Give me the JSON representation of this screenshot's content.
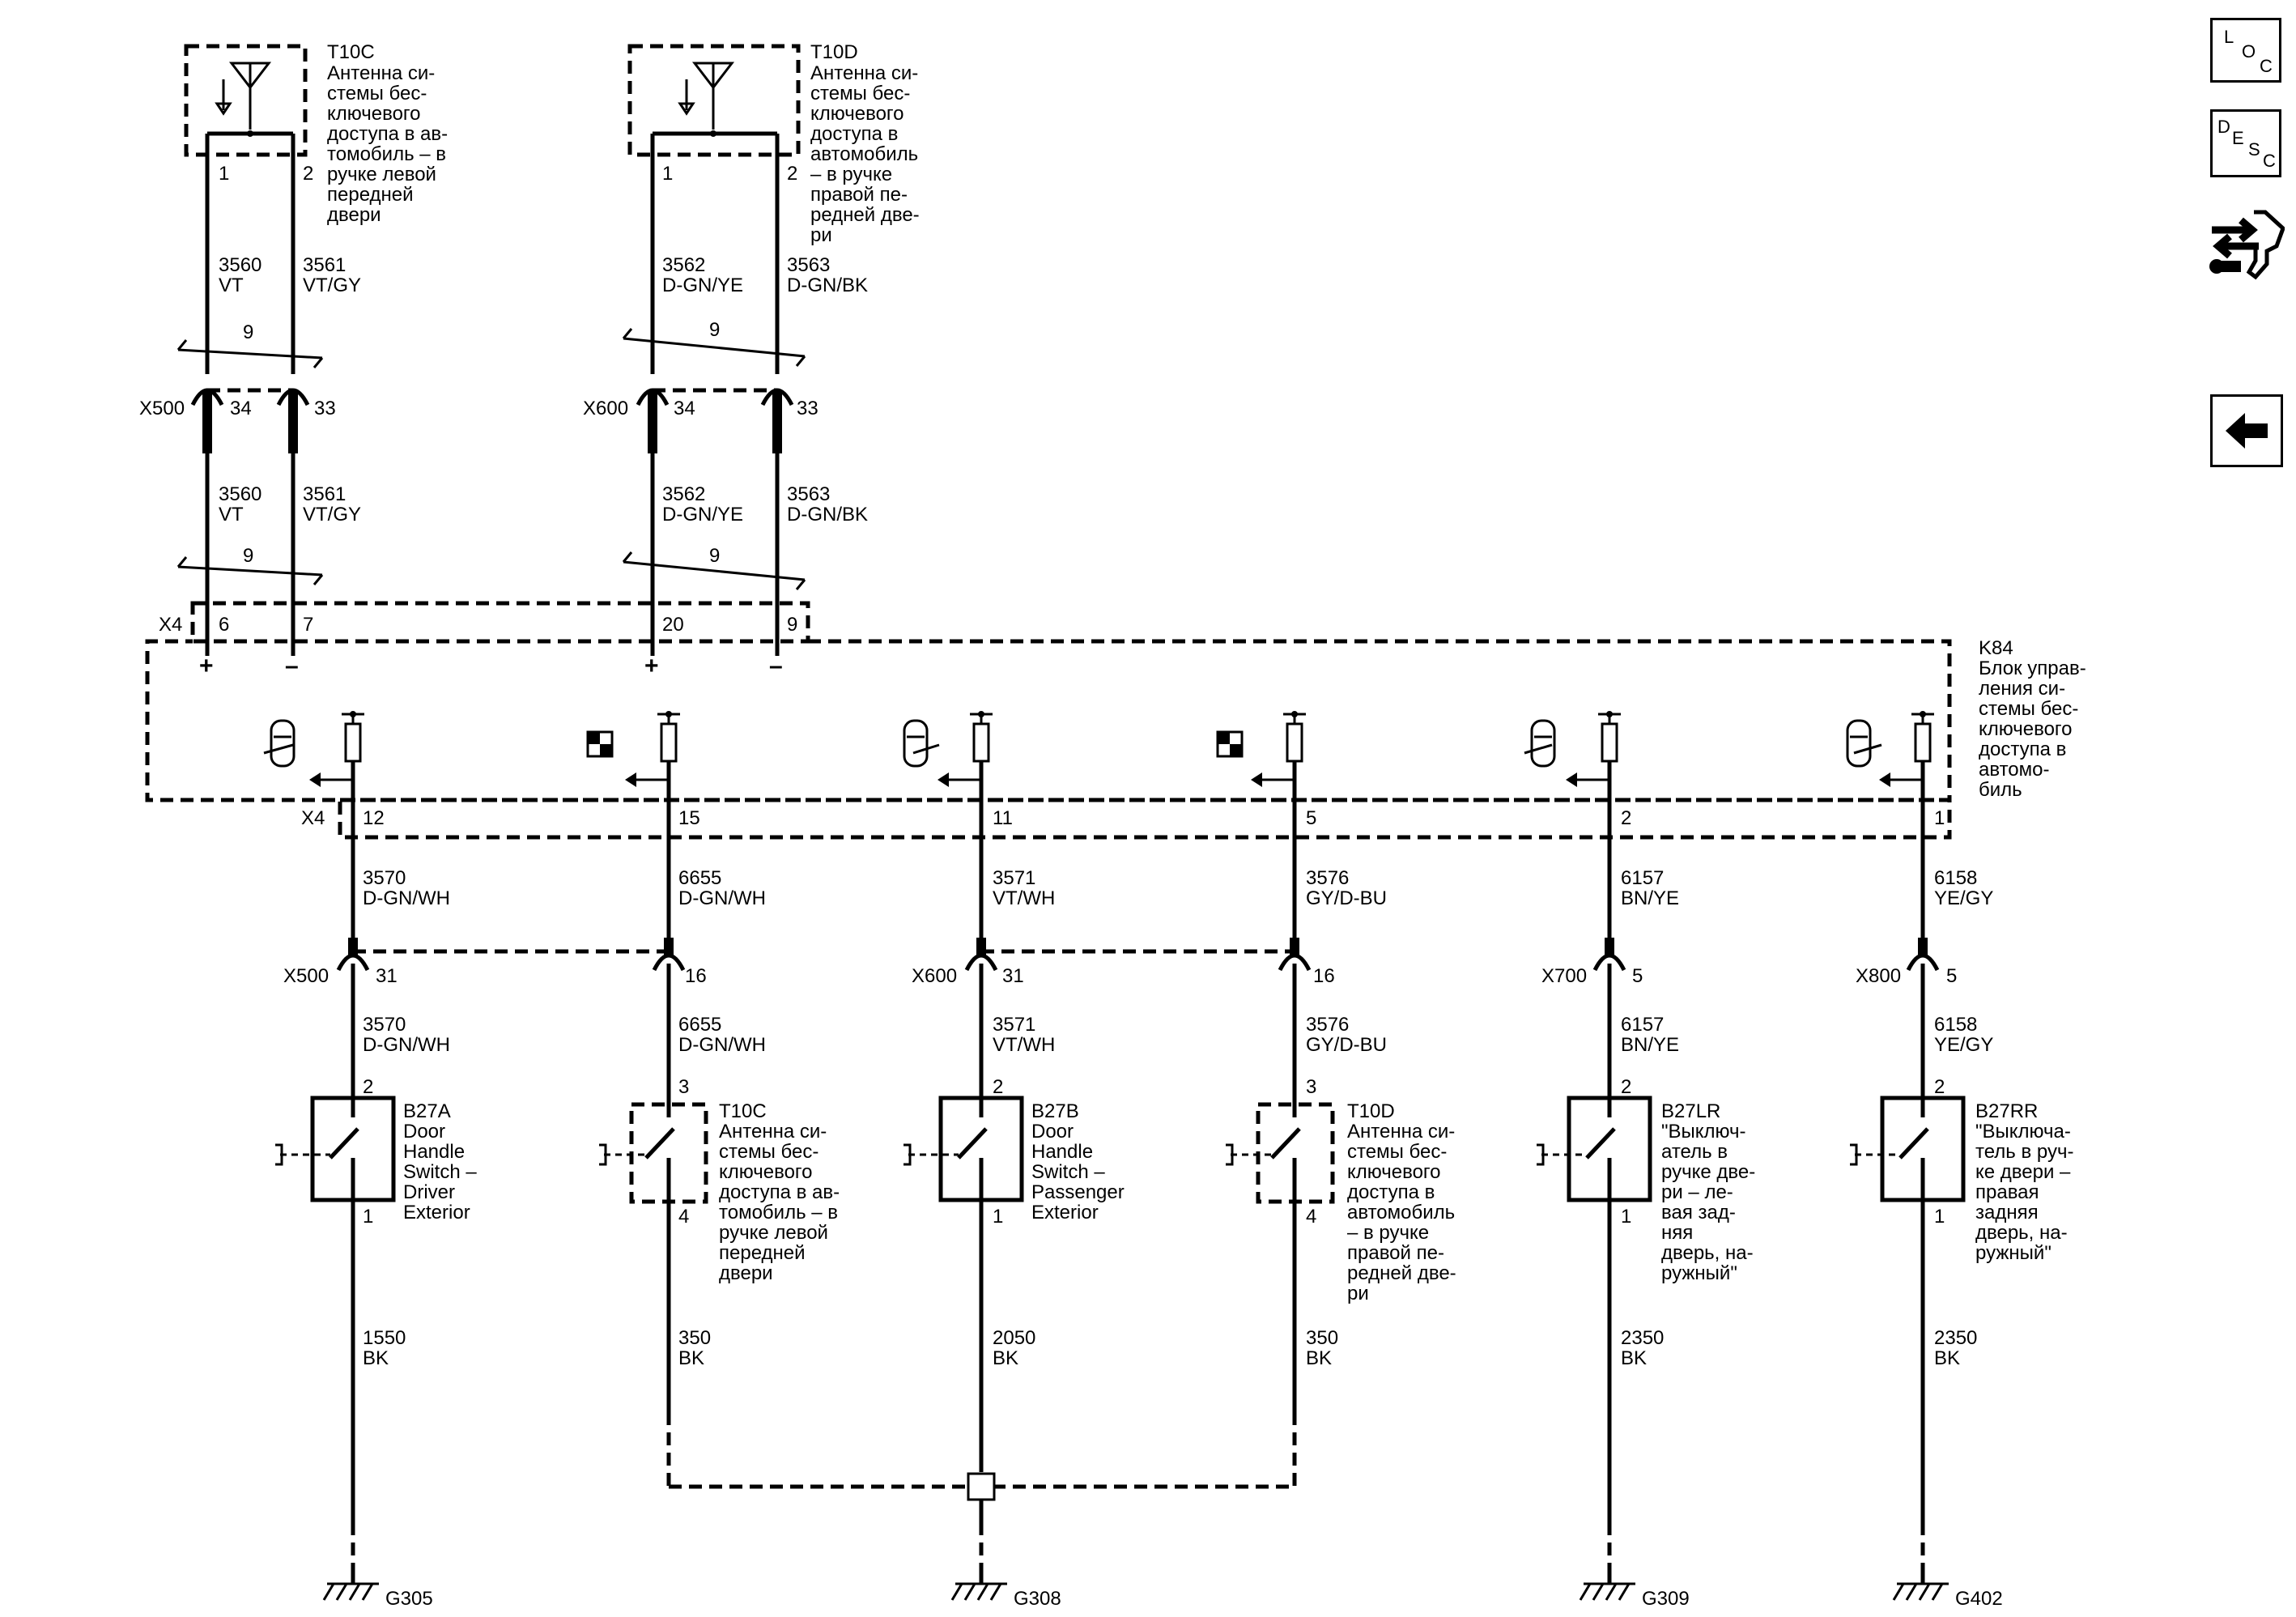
{
  "nav": {
    "loc": [
      "L",
      "O",
      "C"
    ],
    "desc": [
      "D",
      "E",
      "S",
      "C"
    ]
  },
  "antennas": [
    {
      "ref": "T10C",
      "desc": [
        "Антенна си-",
        "стемы бес-",
        "ключевого",
        "доступа в ав-",
        "томобиль – в",
        "ручке левой",
        "передней",
        "двери"
      ],
      "pins": [
        "1",
        "2"
      ]
    },
    {
      "ref": "T10D",
      "desc": [
        "Антенна си-",
        "стемы бес-",
        "ключевого",
        "доступа в",
        "автомобиль",
        "– в ручке",
        "правой пе-",
        "редней две-",
        "ри"
      ],
      "pins": [
        "1",
        "2"
      ]
    }
  ],
  "top_wires": [
    {
      "circuit": "3560",
      "color": "VT"
    },
    {
      "circuit": "3561",
      "color": "VT/GY"
    },
    {
      "circuit": "3562",
      "color": "D-GN/YE"
    },
    {
      "circuit": "3563",
      "color": "D-GN/BK"
    }
  ],
  "twist_label": "9",
  "connectors": {
    "x500": "X500",
    "x600": "X600",
    "x700": "X700",
    "x800": "X800",
    "x4": "X4",
    "top_pins": [
      "34",
      "33",
      "34",
      "33"
    ],
    "x4_top_pins": [
      "6",
      "7",
      "20",
      "9"
    ],
    "x4_bottom_pins": [
      "12",
      "15",
      "11",
      "5",
      "2",
      "1"
    ],
    "mid_pins": [
      "31",
      "16",
      "31",
      "16",
      "5",
      "5"
    ]
  },
  "polarity": [
    "+",
    "–",
    "+",
    "–"
  ],
  "module": {
    "ref": "K84",
    "desc": [
      "Блок управ-",
      "ления си-",
      "стемы бес-",
      "ключевого",
      "доступа в",
      "автомо-",
      "биль"
    ]
  },
  "bottom_wires": [
    {
      "circuit": "3570",
      "color": "D-GN/WH"
    },
    {
      "circuit": "6655",
      "color": "D-GN/WH"
    },
    {
      "circuit": "3571",
      "color": "VT/WH"
    },
    {
      "circuit": "3576",
      "color": "GY/D-BU"
    },
    {
      "circuit": "6157",
      "color": "BN/YE"
    },
    {
      "circuit": "6158",
      "color": "YE/GY"
    }
  ],
  "switches": [
    {
      "ref": "B27A",
      "pins": [
        "2",
        "1"
      ],
      "desc": [
        "Door",
        "Handle",
        "Switch –",
        "Driver",
        "Exterior"
      ]
    },
    {
      "ref": "T10C",
      "pins": [
        "3",
        "4"
      ],
      "desc": [
        "Антенна си-",
        "стемы бес-",
        "ключевого",
        "доступа в ав-",
        "томобиль – в",
        "ручке левой",
        "передней",
        "двери"
      ]
    },
    {
      "ref": "B27B",
      "pins": [
        "2",
        "1"
      ],
      "desc": [
        "Door",
        "Handle",
        "Switch –",
        "Passenger",
        "Exterior"
      ]
    },
    {
      "ref": "T10D",
      "pins": [
        "3",
        "4"
      ],
      "desc": [
        "Антенна си-",
        "стемы бес-",
        "ключевого",
        "доступа в",
        "автомобиль",
        "– в ручке",
        "правой пе-",
        "редней две-",
        "ри"
      ]
    },
    {
      "ref": "B27LR",
      "pins": [
        "2",
        "1"
      ],
      "desc": [
        "\"Выключ-",
        "атель в",
        "ручке две-",
        "ри – ле-",
        "вая зад-",
        "няя",
        "дверь, на-",
        "ружный\""
      ]
    },
    {
      "ref": "B27RR",
      "pins": [
        "2",
        "1"
      ],
      "desc": [
        "\"Выключа-",
        "тель в руч-",
        "ке двери –",
        "правая",
        "задняя",
        "дверь, на-",
        "ружный\""
      ]
    }
  ],
  "ground_wires": [
    {
      "circuit": "1550",
      "color": "BK"
    },
    {
      "circuit": "350",
      "color": "BK"
    },
    {
      "circuit": "2050",
      "color": "BK"
    },
    {
      "circuit": "350",
      "color": "BK"
    },
    {
      "circuit": "2350",
      "color": "BK"
    },
    {
      "circuit": "2350",
      "color": "BK"
    }
  ],
  "grounds": [
    "G305",
    "G308",
    "G309",
    "G402"
  ]
}
